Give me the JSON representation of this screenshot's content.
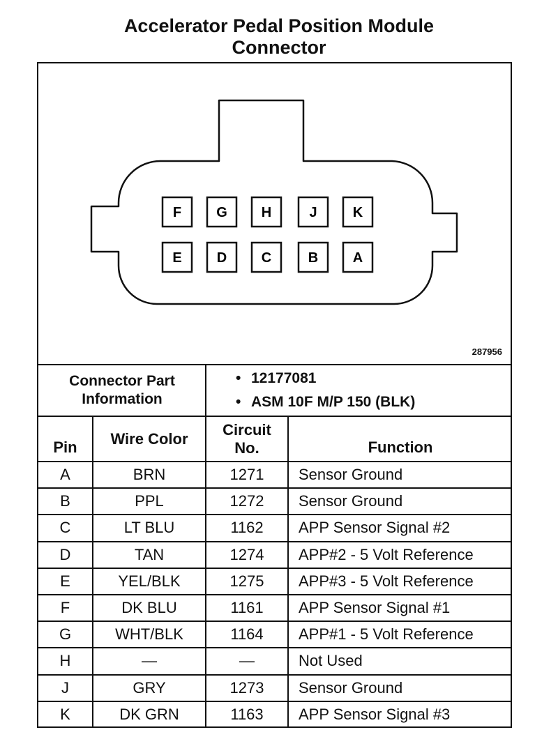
{
  "title": {
    "line1": "Accelerator Pedal Position Module",
    "line2": "Connector"
  },
  "diagram": {
    "figure_id": "287956",
    "pins_top": [
      "F",
      "G",
      "H",
      "J",
      "K"
    ],
    "pins_bottom": [
      "E",
      "D",
      "C",
      "B",
      "A"
    ]
  },
  "part_info": {
    "label_line1": "Connector Part",
    "label_line2": "Information",
    "items": [
      "12177081",
      "ASM 10F M/P 150 (BLK)"
    ]
  },
  "table": {
    "headers": {
      "pin": "Pin",
      "wire_color": "Wire Color",
      "circuit_line1": "Circuit",
      "circuit_line2": "No.",
      "function": "Function"
    },
    "rows": [
      {
        "pin": "A",
        "wire": "BRN",
        "circuit": "1271",
        "function": "Sensor Ground"
      },
      {
        "pin": "B",
        "wire": "PPL",
        "circuit": "1272",
        "function": "Sensor Ground"
      },
      {
        "pin": "C",
        "wire": "LT BLU",
        "circuit": "1162",
        "function": "APP Sensor Signal #2"
      },
      {
        "pin": "D",
        "wire": "TAN",
        "circuit": "1274",
        "function": "APP#2 - 5 Volt Reference"
      },
      {
        "pin": "E",
        "wire": "YEL/BLK",
        "circuit": "1275",
        "function": "APP#3 - 5 Volt Reference"
      },
      {
        "pin": "F",
        "wire": "DK BLU",
        "circuit": "1161",
        "function": "APP Sensor Signal #1"
      },
      {
        "pin": "G",
        "wire": "WHT/BLK",
        "circuit": "1164",
        "function": "APP#1 - 5 Volt Reference"
      },
      {
        "pin": "H",
        "wire": "—",
        "circuit": "—",
        "function": "Not Used"
      },
      {
        "pin": "J",
        "wire": "GRY",
        "circuit": "1273",
        "function": "Sensor Ground"
      },
      {
        "pin": "K",
        "wire": "DK GRN",
        "circuit": "1163",
        "function": "APP Sensor Signal #3"
      }
    ]
  }
}
